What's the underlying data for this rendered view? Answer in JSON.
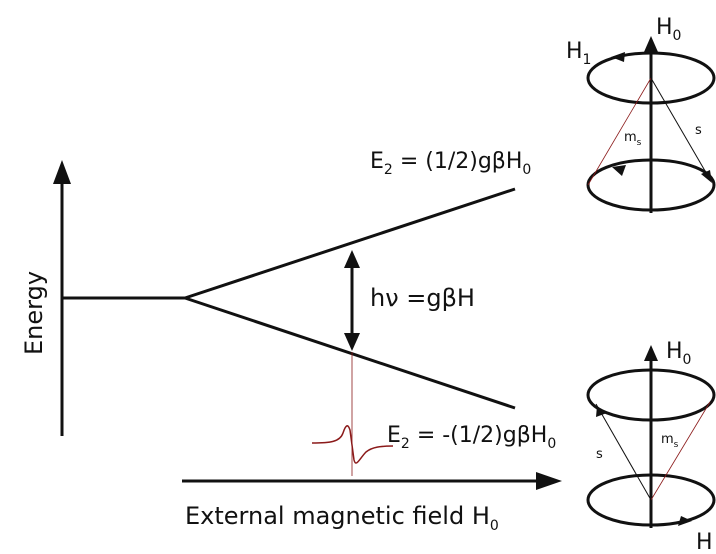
{
  "labels": {
    "y_axis": "Energy",
    "x_axis_main": "External magnetic field H",
    "x_axis_sub": "0",
    "upper_level_main": "E",
    "upper_level_sub": "2",
    "upper_level_expr": " = (1/2)gβH",
    "upper_level_expr_sub": "0",
    "lower_level_main": "E",
    "lower_level_sub": "2",
    "lower_level_expr": " = -(1/2)gβH",
    "lower_level_expr_sub": "0",
    "transition": "hν =gβH"
  },
  "top_precession": {
    "field": "H",
    "field_sub": "0",
    "rf_field": "H",
    "rf_field_sub": "1",
    "ms": "m",
    "ms_sub": "s",
    "spin": "s"
  },
  "bottom_precession": {
    "field": "H",
    "field_sub": "0",
    "rf_field": "H",
    "ms": "m",
    "ms_sub": "s",
    "spin": "s"
  },
  "colors": {
    "lines": "#111111",
    "accent": "#8b1a1a"
  }
}
